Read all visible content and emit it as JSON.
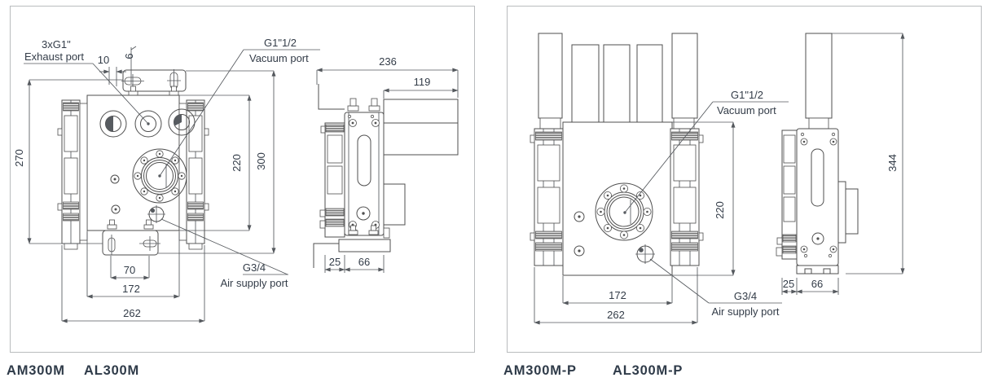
{
  "colors": {
    "line": "#4f4f4f",
    "dim_text": "#333c48",
    "panel_border": "#b9bcbe",
    "model_text": "#2f3b49",
    "background": "#ffffff"
  },
  "panels": [
    {
      "models": [
        "AM300M",
        "AL300M"
      ],
      "ports": {
        "exhaust": {
          "size": "3xG1\"",
          "name": "Exhaust port"
        },
        "vacuum": {
          "size": "G1\"1/2",
          "name": "Vacuum port"
        },
        "air": {
          "size": "G3/4",
          "name": "Air supply port"
        }
      },
      "dims": {
        "bracket_offset": "10",
        "bracket_slot": "9",
        "side_overall_width": "236",
        "muffler_length": "119",
        "front_left_height": "270",
        "body_height": "220",
        "overall_height": "300",
        "foot_slot_spacing": "70",
        "body_width": "172",
        "overall_width": "262",
        "rail_depth": "25",
        "body_depth": "66"
      }
    },
    {
      "models": [
        "AM300M-P",
        "AL300M-P"
      ],
      "ports": {
        "vacuum": {
          "size": "G1\"1/2",
          "name": "Vacuum port"
        },
        "air": {
          "size": "G3/4",
          "name": "Air supply port"
        }
      },
      "dims": {
        "overall_height": "344",
        "body_height": "220",
        "body_width": "172",
        "overall_width": "262",
        "rail_depth": "25",
        "body_depth": "66"
      }
    }
  ]
}
